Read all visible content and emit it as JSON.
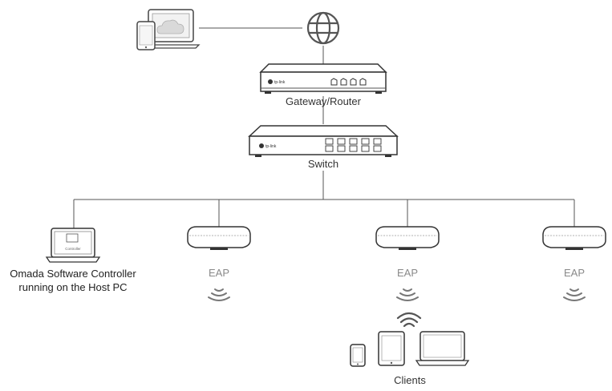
{
  "labels": {
    "gateway": "Gateway/Router",
    "switch": "Switch",
    "controller_line1": "Omada Software Controller",
    "controller_line2": "running on the Host PC",
    "eap1": "EAP",
    "eap2": "EAP",
    "eap3": "EAP",
    "clients": "Clients"
  },
  "device_logo_text": "tp-link",
  "controller_screen_text": "Controller",
  "icons": [
    "cloud-laptop-phone-icon",
    "globe-icon",
    "router-icon",
    "switch-icon",
    "laptop-icon",
    "eap-icon",
    "wifi-icon",
    "phone-icon",
    "tablet-icon"
  ]
}
